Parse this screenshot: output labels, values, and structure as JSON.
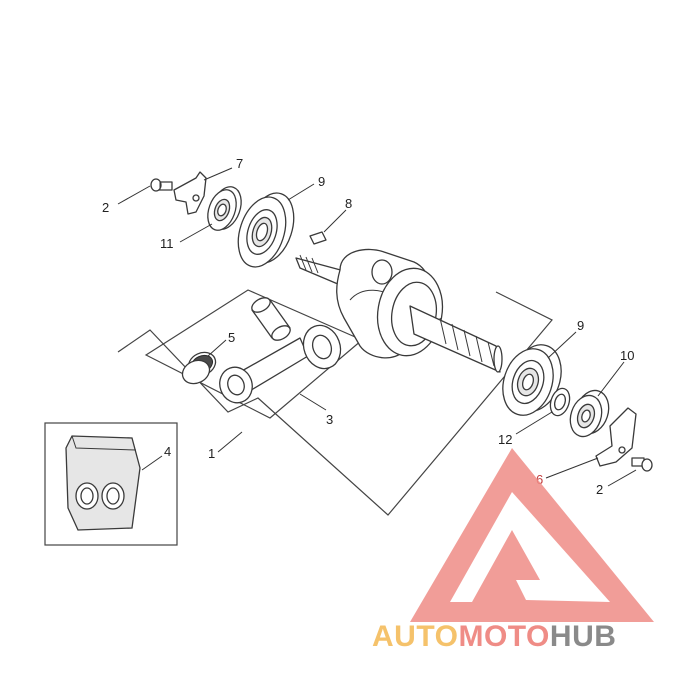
{
  "callouts": {
    "c2a": "2",
    "c7": "7",
    "c9a": "9",
    "c8": "8",
    "c11": "11",
    "c5": "5",
    "c3": "3",
    "c1": "1",
    "c4": "4",
    "c9b": "9",
    "c10": "10",
    "c12": "12",
    "c6": "6",
    "c2b": "2"
  },
  "watermark": {
    "part1": "AUTO",
    "part2": "MOTO",
    "part3": "HUB",
    "color_auto": "#f5c26b",
    "color_moto": "#ef8c86",
    "color_hub": "#8a8a8a",
    "logo_color": "#ef8c86"
  }
}
